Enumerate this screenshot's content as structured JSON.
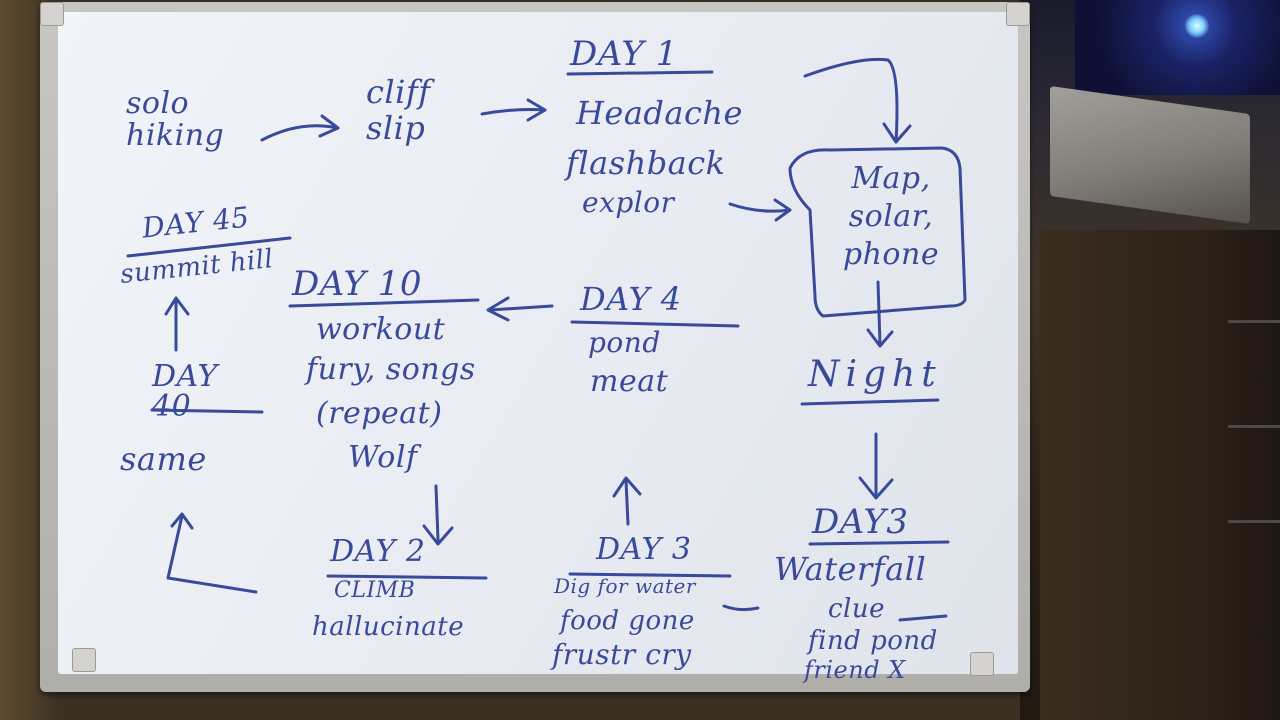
{
  "whiteboard": {
    "ink_color": "#3a4a9a",
    "notes": {
      "solo_hiking": "solo hiking",
      "cliff_slip": "cliff slip",
      "day1_title": "DAY 1",
      "day1_line1": "Headache",
      "day1_line2": "flashback",
      "day1_line3": "explor",
      "map_box": "Map, solar, phone",
      "night": "Night",
      "day3_right_title": "DAY3",
      "day3_right_line1": "Waterfall",
      "day3_right_line2": "clue",
      "day3_right_line3": "find pond",
      "day3_right_line4": "friend X",
      "day4_title": "DAY 4",
      "day4_line1": "pond",
      "day4_line2": "meat",
      "day3_mid_title": "DAY 3",
      "day3_mid_line1": "Dig for water",
      "day3_mid_line2": "food gone",
      "day3_mid_line3": "frustr cry",
      "day10_title": "DAY 10",
      "day10_line1": "workout",
      "day10_line2": "fury, songs",
      "day10_line3": "(repeat)",
      "day10_line4": "Wolf",
      "day2_title": "DAY 2",
      "day2_line1": "CLIMB",
      "day2_line2": "hallucinate",
      "day40_title": "DAY 40",
      "day40_line1": "same",
      "day45_title": "DAY 45",
      "day45_line1": "summit hill"
    }
  }
}
